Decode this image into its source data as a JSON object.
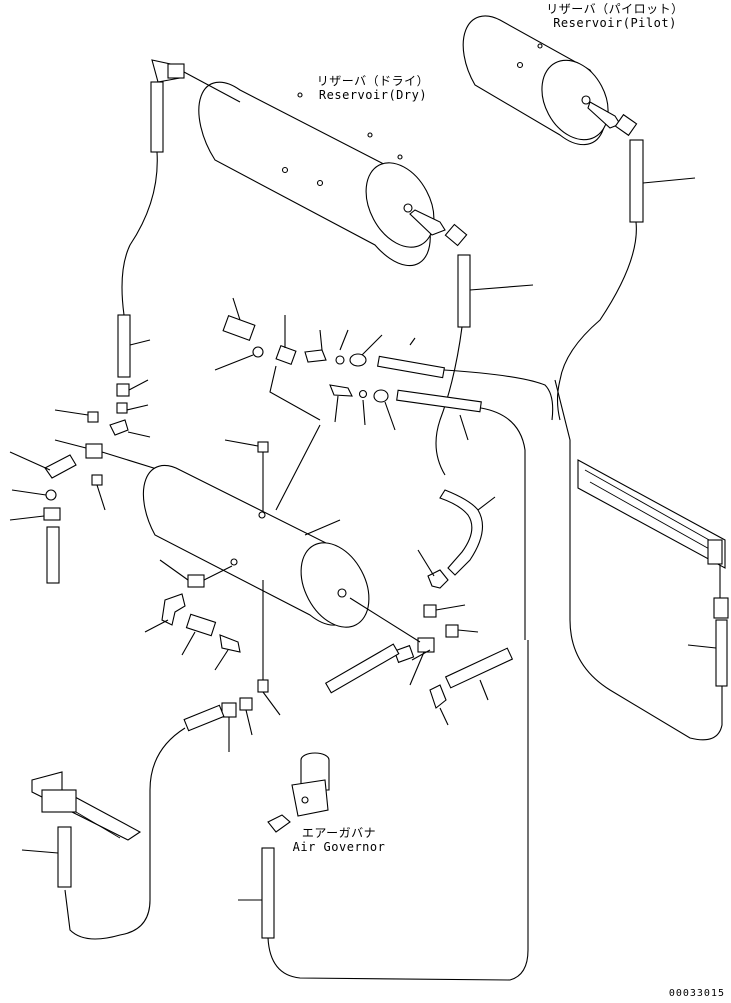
{
  "labels": {
    "reservoir_pilot": {
      "jp": "リザーバ（パイロット）",
      "en": "Reservoir(Pilot)"
    },
    "reservoir_dry": {
      "jp": "リザーバ（ドライ）",
      "en": "Reservoir(Dry)"
    },
    "air_governor": {
      "jp": "エアーガバナ",
      "en": "Air Governor"
    }
  },
  "reference_number": "00033015"
}
